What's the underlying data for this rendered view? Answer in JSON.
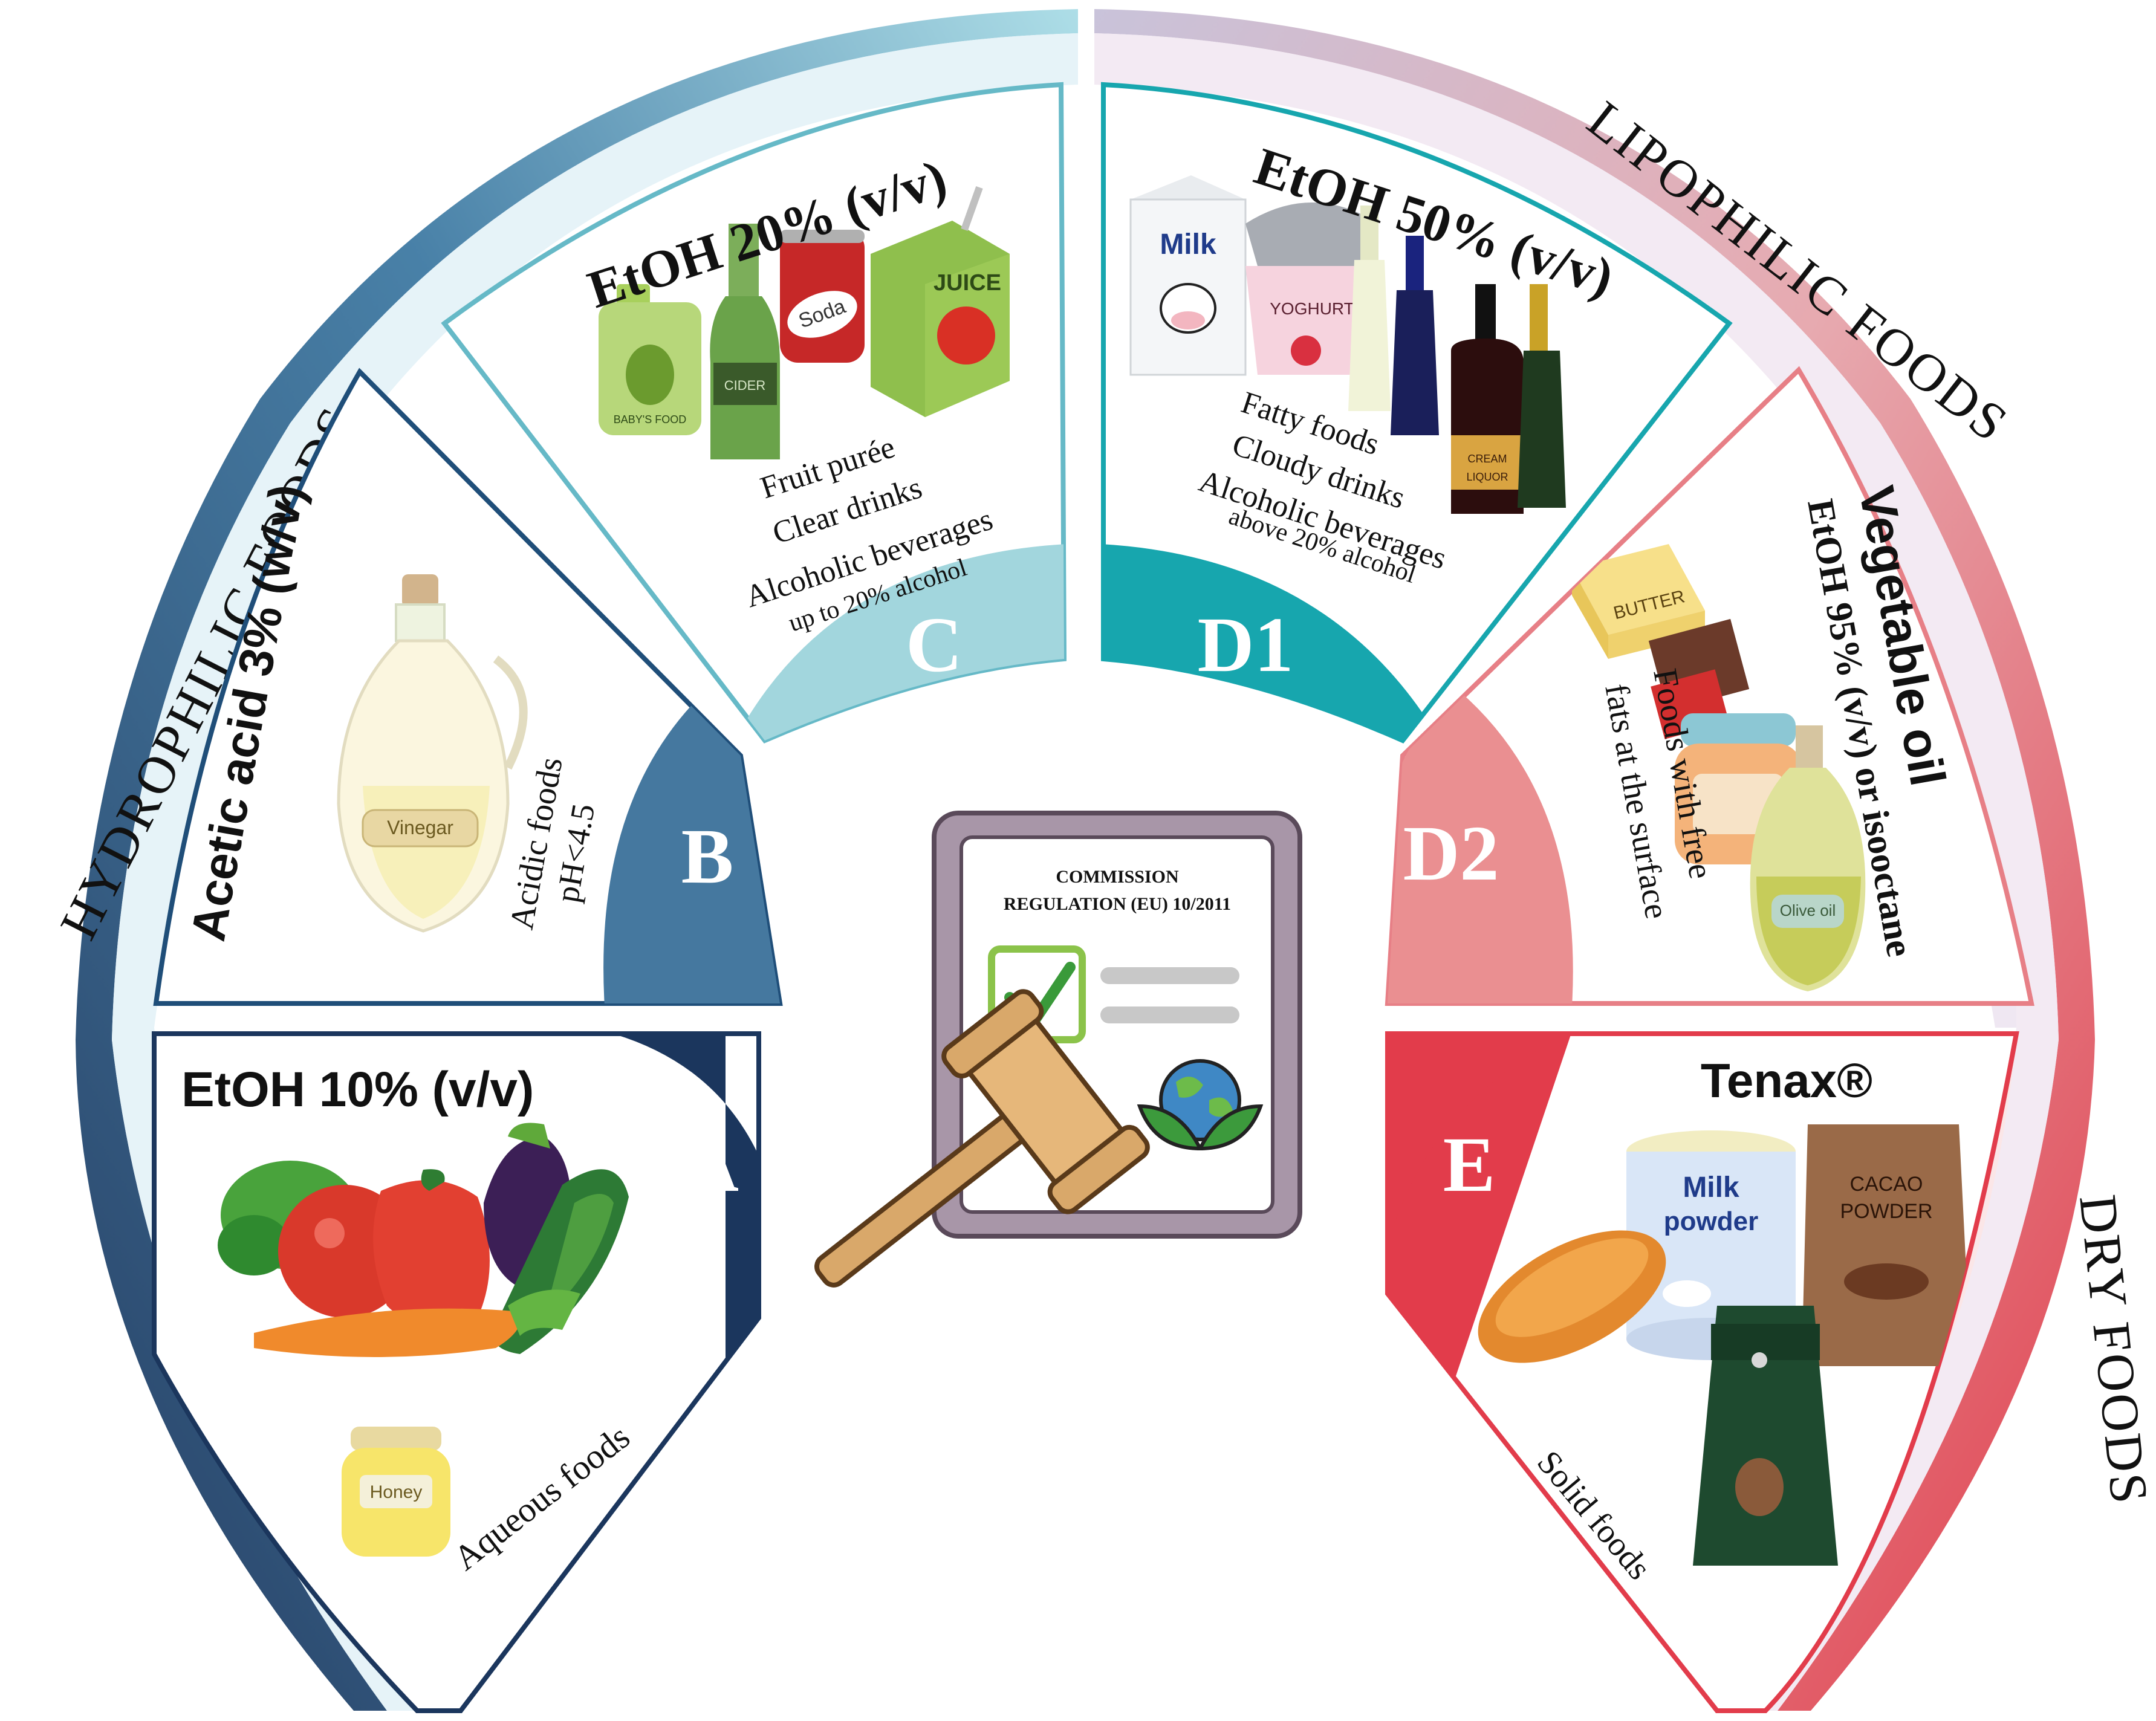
{
  "center": {
    "regulation_line1": "COMMISSION",
    "regulation_line2": "REGULATION (EU) 10/2011"
  },
  "arcs": {
    "hydrophilic": "HYDROPHILIC   FOODS",
    "lipophilic": "LIPOPHILIC   FOODS",
    "dry": "DRY FOODS"
  },
  "simulants": {
    "A": {
      "letter": "A",
      "simulant": "EtOH 10% (v/v)",
      "foods": "Aqueous foods",
      "honey_label": "Honey",
      "color": "#1b365d"
    },
    "B": {
      "letter": "B",
      "simulant": "Acetic acid 3% (w/v)",
      "foods_line1": "Acidic foods",
      "foods_line2": "pH<4.5",
      "vinegar_label": "Vinegar",
      "color": "#45789f"
    },
    "C": {
      "letter": "C",
      "simulant": "EtOH 20% (v/v)",
      "foods_line1": "Fruit purée",
      "foods_line2": "Clear drinks",
      "foods_line3": "Alcoholic beverages",
      "foods_line4": "up to 20% alcohol",
      "label_soda": "Soda",
      "label_juice": "JUICE",
      "label_cider": "CIDER",
      "label_baby": "BABY'S FOOD",
      "color": "#a2d6dd"
    },
    "D1": {
      "letter": "D1",
      "simulant": "EtOH 50% (v/v)",
      "foods_line1": "Fatty foods",
      "foods_line2": "Cloudy drinks",
      "foods_line3": "Alcoholic beverages",
      "foods_line4": "above 20% alcohol",
      "label_milk": "Milk",
      "label_yoghurt": "YOGHURT",
      "label_cream": "CREAM",
      "label_liquor": "LIQUOR",
      "color": "#17a6ae"
    },
    "D2": {
      "letter": "D2",
      "simulant_line1": "Vegetable oil",
      "simulant_line2": "EtOH 95% (v/v) or isooctane",
      "foods_line1": "Foods with free",
      "foods_line2": "fats at the surface",
      "label_butter": "BUTTER",
      "label_olive": "Olive oil",
      "color": "#ea8f91"
    },
    "E": {
      "letter": "E",
      "simulant": "Tenax®",
      "foods": "Solid foods",
      "label_milk1": "Milk",
      "label_milk2": "powder",
      "label_cacao1": "CACAO",
      "label_cacao2": "POWDER",
      "color": "#e23c4b"
    }
  }
}
